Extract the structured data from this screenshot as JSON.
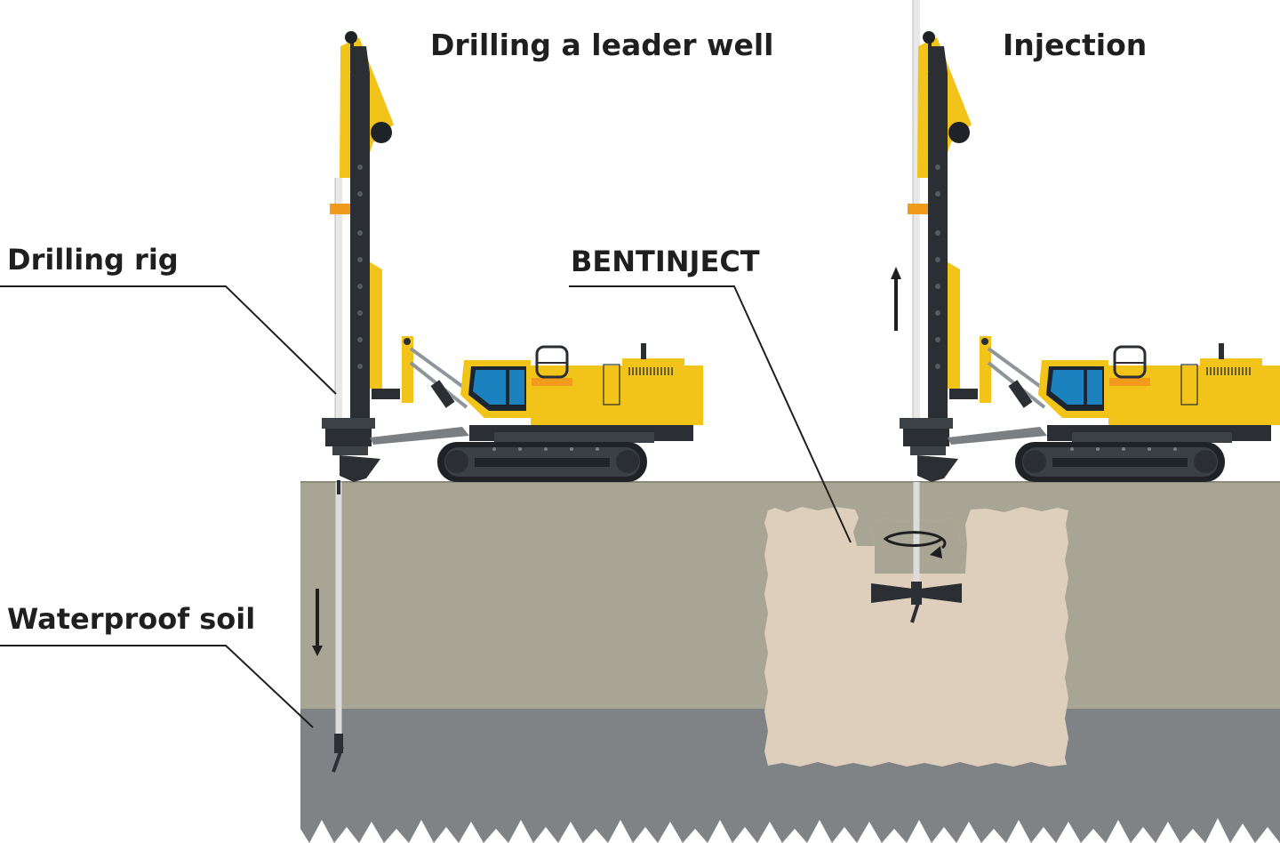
{
  "titles": {
    "drilling": "Drilling a leader well",
    "injection": "Injection"
  },
  "callouts": {
    "drilling_rig": "Drilling rig",
    "bentinject": "BENTINJECT",
    "waterproof_soil": "Waterproof soil"
  },
  "colors": {
    "background": "#ffffff",
    "upper_soil": "#a8a594",
    "waterproof_soil": "#7f8385",
    "bentinject_zone": "#ddcfbb",
    "machine_yellow": "#f2c318",
    "machine_dark": "#2b2f33",
    "cab_glass": "#1c82bf",
    "accent_orange": "#f29a1b"
  },
  "icons": {
    "down_arrow": "arrow-down-icon",
    "up_arrow": "arrow-up-icon",
    "rotation": "rotation-arrow-icon"
  }
}
